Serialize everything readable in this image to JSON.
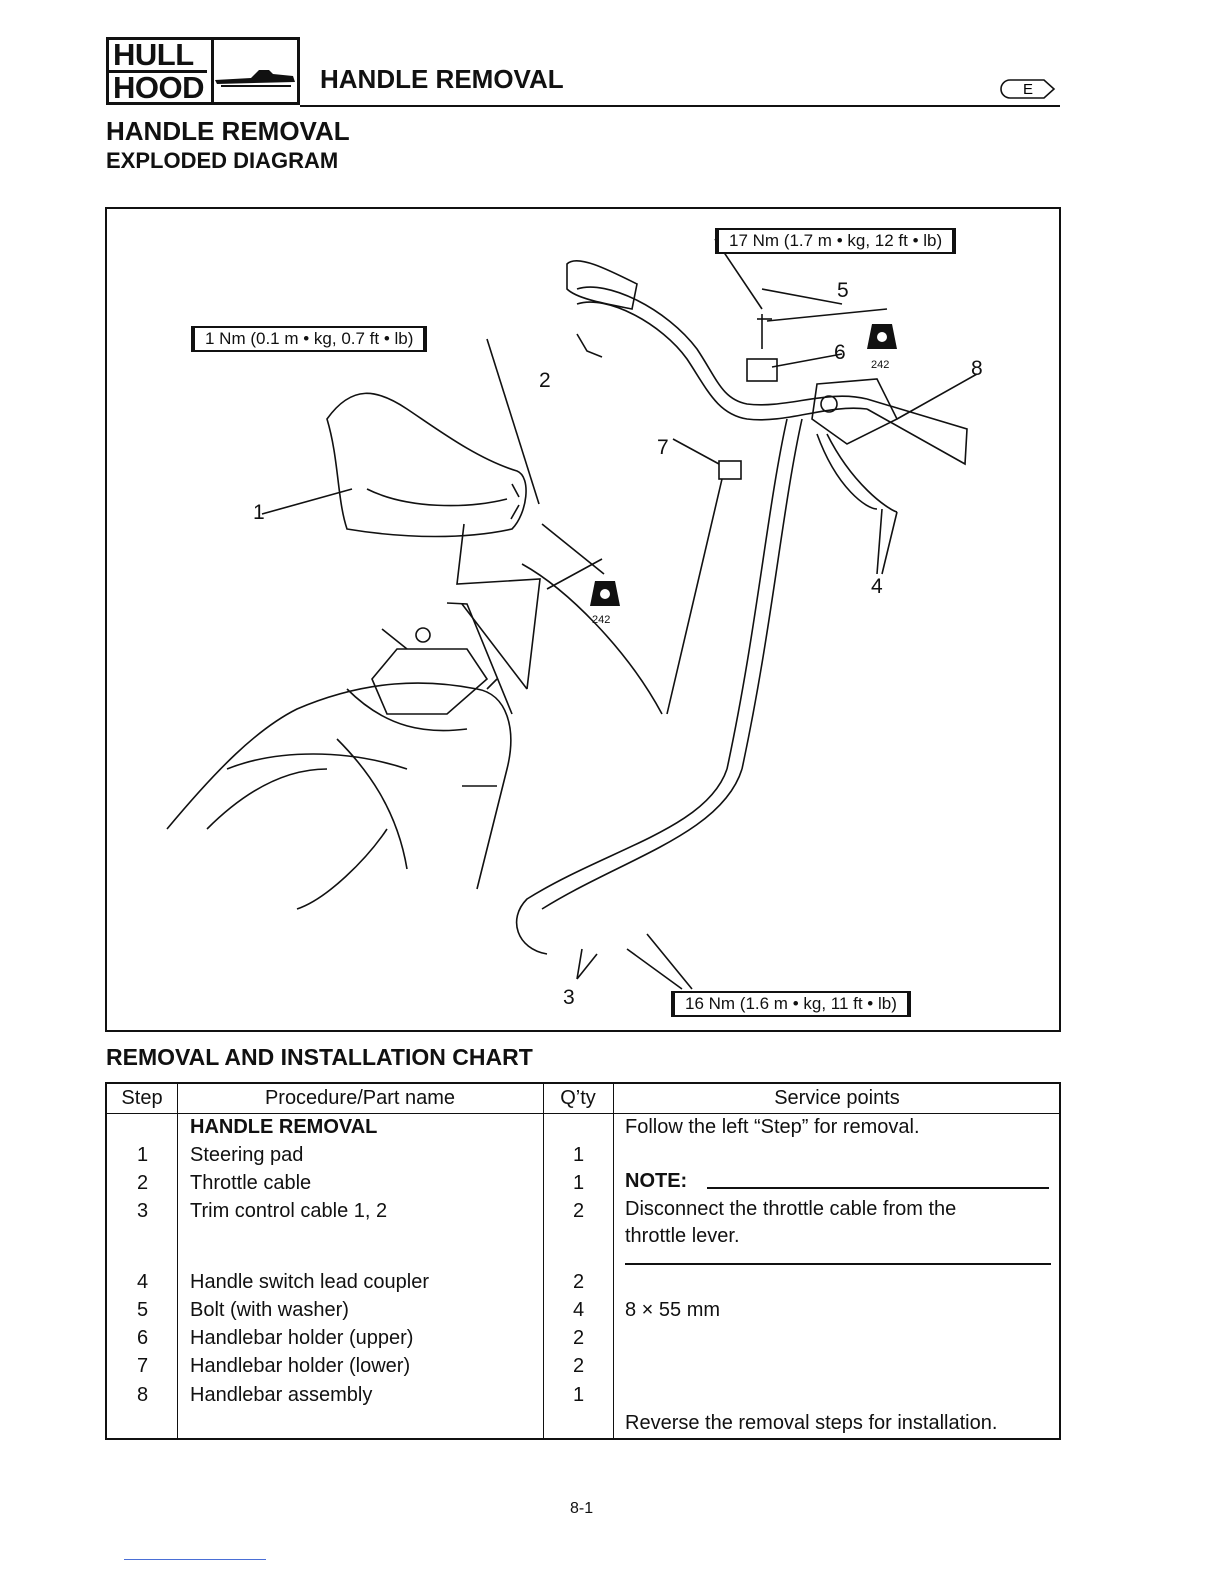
{
  "header": {
    "section_line1": "HULL",
    "section_line2": "HOOD",
    "section_icon": "watercraft-icon",
    "title": "HANDLE REMOVAL",
    "language_badge": "E"
  },
  "headings": {
    "main": "HANDLE REMOVAL",
    "sub": "EXPLODED DIAGRAM",
    "chart": "REMOVAL AND INSTALLATION CHART"
  },
  "diagram": {
    "torque_top": "17 Nm (1.7 m • kg, 12 ft • lb)",
    "torque_left": "1 Nm (0.1 m • kg, 0.7 ft • lb)",
    "torque_bottom": "16 Nm (1.6 m • kg, 11 ft • lb)",
    "loctite_icon": "loctite-icon",
    "loctite_code_1": "242",
    "loctite_code_2": "242",
    "callouts": [
      "1",
      "2",
      "3",
      "4",
      "5",
      "6",
      "7",
      "8"
    ]
  },
  "table": {
    "headers": {
      "step": "Step",
      "procedure": "Procedure/Part name",
      "qty": "Q’ty",
      "service": "Service points"
    },
    "section_title": "HANDLE REMOVAL",
    "rows": [
      {
        "step": "1",
        "part": "Steering pad",
        "qty": "1"
      },
      {
        "step": "2",
        "part": "Throttle cable",
        "qty": "1"
      },
      {
        "step": "3",
        "part": "Trim control cable 1, 2",
        "qty": "2"
      },
      {
        "step": "4",
        "part": "Handle switch lead coupler",
        "qty": "2"
      },
      {
        "step": "5",
        "part": "Bolt (with washer)",
        "qty": "4"
      },
      {
        "step": "6",
        "part": "Handlebar holder (upper)",
        "qty": "2"
      },
      {
        "step": "7",
        "part": "Handlebar holder (lower)",
        "qty": "2"
      },
      {
        "step": "8",
        "part": "Handlebar assembly",
        "qty": "1"
      }
    ],
    "service": {
      "intro": "Follow the left “Step” for removal.",
      "note_label": "NOTE:",
      "note_line1": "Disconnect  the  throttle  cable  from  the",
      "note_line2": "throttle lever.",
      "bolt_size": "8 × 55 mm",
      "outro": "Reverse the removal steps for installation."
    }
  },
  "footer": {
    "page_number": "8-1"
  }
}
